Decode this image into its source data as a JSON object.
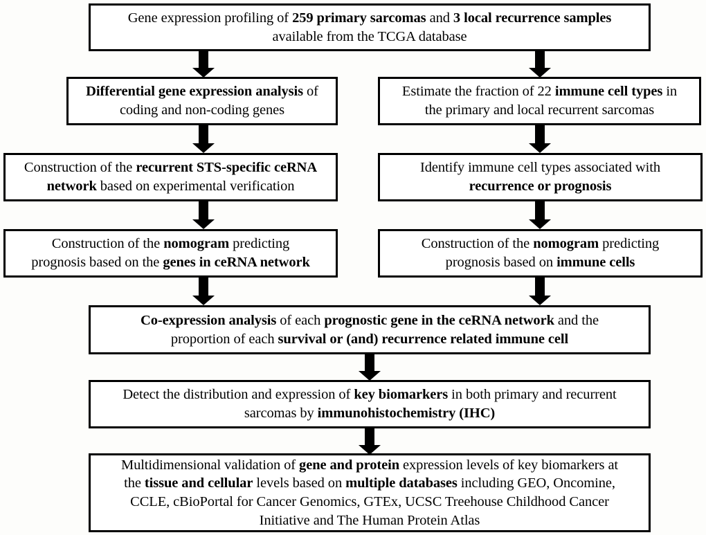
{
  "diagram": {
    "title": "Study workflow flowchart",
    "background_color": "#fdfdfb",
    "box_fill_color": "#ffffff",
    "line_color": "#000000",
    "nodes": [
      {
        "id": "n1",
        "name": "gene-expression-profiling",
        "lines": [
          "Gene expression profiling of <b>259 primary sarcomas</b> and <b>3 local recurrence samples</b>",
          "available from the TCGA database"
        ],
        "plain_text": "Gene expression profiling of 259 primary sarcomas and 3 local recurrence samples available from the TCGA database"
      },
      {
        "id": "n2",
        "name": "differential-gene-expression-analysis",
        "lines": [
          "<b>Differential gene expression analysis</b> of",
          "coding and non-coding genes"
        ],
        "plain_text": "Differential gene expression analysis of coding and non-coding genes"
      },
      {
        "id": "n3",
        "name": "estimate-immune-cell-fraction",
        "lines": [
          "Estimate the fraction of 22 <b>immune cell types</b> in",
          "the primary and local recurrent sarcomas"
        ],
        "plain_text": "Estimate the fraction of 22 immune cell types in the primary and local recurrent sarcomas"
      },
      {
        "id": "n4",
        "name": "cerna-network-construction",
        "lines": [
          "Construction of the <b>recurrent STS-specific ceRNA</b>",
          "<b>network</b> based on experimental verification"
        ],
        "plain_text": "Construction of the recurrent STS-specific ceRNA network based on experimental verification"
      },
      {
        "id": "n5",
        "name": "identify-immune-cell-types",
        "lines": [
          "Identify immune cell types associated with",
          "<b>recurrence or prognosis</b>"
        ],
        "plain_text": "Identify immune cell types associated with recurrence or prognosis"
      },
      {
        "id": "n6",
        "name": "nomogram-genes-cerna",
        "lines": [
          "Construction of the <b>nomogram</b> predicting",
          "prognosis based on the <b>genes in ceRNA network</b>"
        ],
        "plain_text": "Construction of the nomogram predicting prognosis based on the genes in ceRNA network"
      },
      {
        "id": "n7",
        "name": "nomogram-immune-cells",
        "lines": [
          "Construction of the <b>nomogram</b> predicting",
          "prognosis based on <b>immune cells</b>"
        ],
        "plain_text": "Construction of the nomogram predicting prognosis based on immune cells"
      },
      {
        "id": "n8",
        "name": "co-expression-analysis",
        "lines": [
          "<b>Co-expression analysis</b> of each <b>prognostic gene in the ceRNA network</b> and the",
          "proportion of each <b>survival or (and) recurrence related immune cell</b>"
        ],
        "plain_text": "Co-expression analysis of each prognostic gene in the ceRNA network and the proportion of each survival or (and) recurrence related immune cell"
      },
      {
        "id": "n9",
        "name": "ihc-detection",
        "lines": [
          "Detect the distribution and expression of <b>key biomarkers</b> in both primary and recurrent",
          "sarcomas by <b>immunohistochemistry (IHC)</b>"
        ],
        "plain_text": "Detect the distribution and expression of key biomarkers in both primary and recurrent sarcomas by immunohistochemistry (IHC)"
      },
      {
        "id": "n10",
        "name": "multidimensional-validation",
        "lines": [
          "Multidimensional validation of <b>gene and protein</b> expression levels of key biomarkers at",
          "the <b>tissue and cellular</b> levels based on <b>multiple databases</b> including GEO, Oncomine,",
          "CCLE, cBioPortal for Cancer Genomics, GTEx, UCSC Treehouse Childhood Cancer",
          "Initiative and The Human Protein Atlas"
        ],
        "plain_text": "Multidimensional validation of gene and protein expression levels of key biomarkers at the tissue and cellular levels based on multiple databases including GEO, Oncomine, CCLE, cBioPortal for Cancer Genomics, GTEx, UCSC Treehouse Childhood Cancer Initiative and The Human Protein Atlas"
      }
    ],
    "connectors": [
      {
        "name": "arrow-n1-to-n2",
        "from": "n1",
        "to": "n2"
      },
      {
        "name": "arrow-n1-to-n3",
        "from": "n1",
        "to": "n3"
      },
      {
        "name": "arrow-n2-to-n4",
        "from": "n2",
        "to": "n4"
      },
      {
        "name": "arrow-n3-to-n5",
        "from": "n3",
        "to": "n5"
      },
      {
        "name": "arrow-n4-to-n6",
        "from": "n4",
        "to": "n6"
      },
      {
        "name": "arrow-n5-to-n7",
        "from": "n5",
        "to": "n7"
      },
      {
        "name": "arrow-n6-to-n8",
        "from": "n6",
        "to": "n8"
      },
      {
        "name": "arrow-n7-to-n8",
        "from": "n7",
        "to": "n8"
      },
      {
        "name": "arrow-n8-to-n9",
        "from": "n8",
        "to": "n9"
      },
      {
        "name": "arrow-n9-to-n10",
        "from": "n9",
        "to": "n10"
      }
    ]
  }
}
